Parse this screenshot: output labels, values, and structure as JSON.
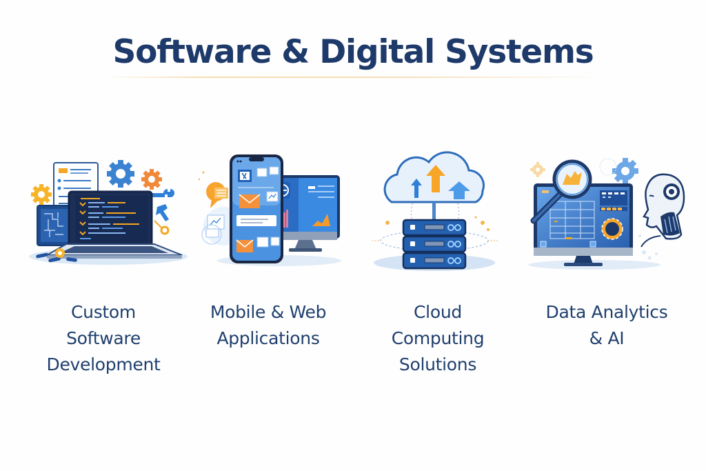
{
  "header": {
    "title": "Software & Digital Systems"
  },
  "colors": {
    "title": "#1e3a6a",
    "label": "#1f3f6e",
    "accent_orange": "#f5a623",
    "accent_blue": "#2f7fd8",
    "navy": "#1c3566",
    "divider": "#f6dcae",
    "background": "#fefefe"
  },
  "services": [
    {
      "id": "custom-software",
      "icon": "laptop-code-gears-icon",
      "label_lines": [
        "Custom",
        "Software",
        "Development"
      ]
    },
    {
      "id": "mobile-web",
      "icon": "phone-monitor-apps-icon",
      "label_lines": [
        "Mobile & Web",
        "Applications"
      ]
    },
    {
      "id": "cloud-computing",
      "icon": "cloud-server-upload-icon",
      "label_lines": [
        "Cloud",
        "Computing",
        "Solutions"
      ]
    },
    {
      "id": "data-analytics-ai",
      "icon": "analytics-magnifier-robot-icon",
      "label_lines": [
        "Data Analytics",
        "& AI"
      ]
    }
  ]
}
